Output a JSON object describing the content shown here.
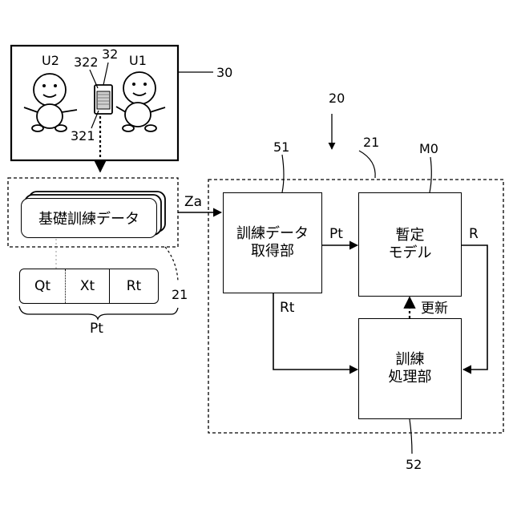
{
  "ref_numerals": {
    "scene": "30",
    "user_a": "U2",
    "user_b": "U1",
    "device": "32",
    "device_part_upper": "322",
    "device_part_lower": "321",
    "system": "20",
    "dashed_box": "21",
    "left_group": "21",
    "acquirer": "51",
    "model": "M0",
    "processor": "52"
  },
  "blocks": {
    "base_training_data": "基礎訓練データ",
    "acquirer": "訓練データ\n取得部",
    "model": "暫定\nモデル",
    "processor": "訓練\n処理部"
  },
  "record_fields": [
    "Qt",
    "Xt",
    "Rt"
  ],
  "record_label": "Pt",
  "edges": {
    "za": "Za",
    "pt": "Pt",
    "rt": "Rt",
    "r": "R",
    "update": "更新"
  }
}
